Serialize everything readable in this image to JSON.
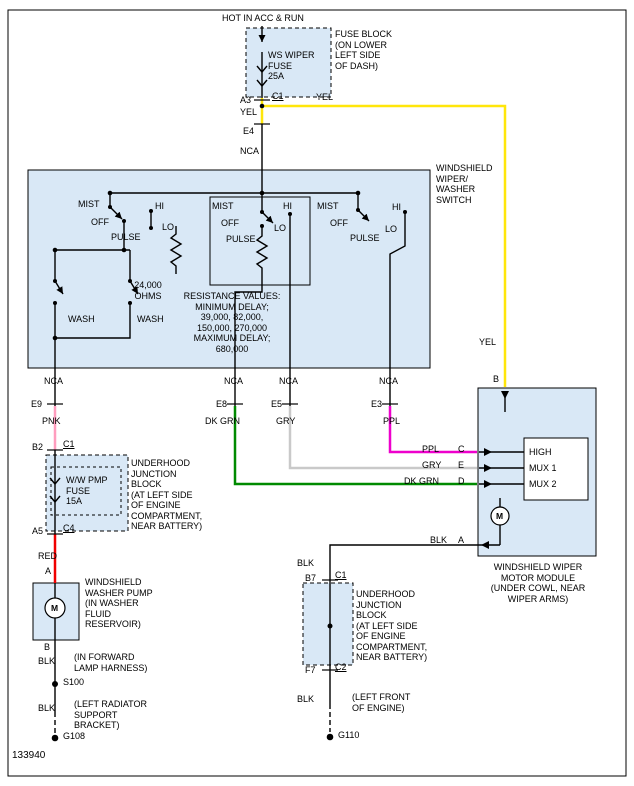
{
  "page": {
    "drawing_number": "133940"
  },
  "colors": {
    "box_fill": "#d9e8f6",
    "yel": "#ffe60a",
    "pnk": "#ff9dbe",
    "ppl": "#ee00cc",
    "dkgrn": "#008a00",
    "gry": "#c9c9c9",
    "red": "#f00000",
    "blk": "#000000"
  },
  "power": {
    "source_label": "HOT IN ACC & RUN",
    "fuse_label": "WS WIPER\nFUSE\n25A",
    "block_label": "FUSE BLOCK\n(ON LOWER\nLEFT SIDE\nOF DASH)",
    "pin_a3": "A3",
    "conn_c1": "C1",
    "wire_yel_1": "YEL",
    "pin_e4": "E4",
    "wire_nca": "NCA",
    "wire_yel_top": "YEL",
    "wire_yel_right": "YEL",
    "pin_b": "B"
  },
  "switch": {
    "title": "WINDSHIELD\nWIPER/\nWASHER\nSWITCH",
    "clusters": [
      {
        "mist": "MIST",
        "hi": "HI",
        "off": "OFF",
        "lo": "LO",
        "pulse": "PULSE"
      },
      {
        "mist": "MIST",
        "hi": "HI",
        "off": "OFF",
        "lo": "LO",
        "pulse": "PULSE"
      },
      {
        "mist": "MIST",
        "hi": "HI",
        "off": "OFF",
        "lo": "LO",
        "pulse": "PULSE"
      }
    ],
    "ohms": "24,000\nOHMS",
    "resistance": "RESISTANCE VALUES:\nMINIMUM DELAY;\n39,000, 82,000,\n150,000, 270,000\nMAXIMUM DELAY;\n680,000",
    "wash1": "WASH",
    "wash2": "WASH",
    "outputs": [
      {
        "nca": "NCA",
        "pin": "E9",
        "color": "PNK"
      },
      {
        "nca": "NCA",
        "pin": "E8",
        "color": "DK GRN"
      },
      {
        "nca": "NCA",
        "pin": "E5",
        "color": "GRY"
      },
      {
        "nca": "NCA",
        "pin": "E3",
        "color": "PPL"
      }
    ]
  },
  "module": {
    "inputs": [
      {
        "color": "PPL",
        "pin": "C"
      },
      {
        "color": "GRY",
        "pin": "E"
      },
      {
        "color": "DK GRN",
        "pin": "D"
      }
    ],
    "high": "HIGH",
    "mux1": "MUX 1",
    "mux2": "MUX 2",
    "motor": "M",
    "out_color": "BLK",
    "out_pin": "A",
    "caption": "WINDSHIELD WIPER\nMOTOR MODULE\n(UNDER COWL, NEAR\nWIPER ARMS)"
  },
  "junction1": {
    "pin_b2": "B2",
    "conn_c1": "C1",
    "fuse_label": "W/W PMP\nFUSE\n15A",
    "caption": "UNDERHOOD\nJUNCTION\nBLOCK\n(AT LEFT SIDE\nOF ENGINE\nCOMPARTMENT,\nNEAR BATTERY)",
    "pin_a5": "A5",
    "conn_c4": "C4",
    "wire_red": "RED",
    "pin_a": "A"
  },
  "pump": {
    "motor": "M",
    "caption": "WINDSHIELD\nWASHER PUMP\n(IN WASHER\nFLUID\nRESERVOIR)",
    "pin_b": "B",
    "wire_blk_1": "BLK",
    "harness": "(IN FORWARD\nLAMP HARNESS)",
    "splice": "S100",
    "wire_blk_2": "BLK",
    "ground_loc": "(LEFT RADIATOR\nSUPPORT\nBRACKET)",
    "ground": "G108"
  },
  "junction2": {
    "wire_blk": "BLK",
    "pin_b7": "B7",
    "conn_c1": "C1",
    "caption": "UNDERHOOD\nJUNCTION\nBLOCK\n(AT LEFT SIDE\nOF ENGINE\nCOMPARTMENT,\nNEAR BATTERY)",
    "pin_f7": "F7",
    "conn_c2": "C2",
    "wire_blk_2": "BLK",
    "ground_loc": "(LEFT FRONT\nOF ENGINE)",
    "ground": "G110"
  }
}
